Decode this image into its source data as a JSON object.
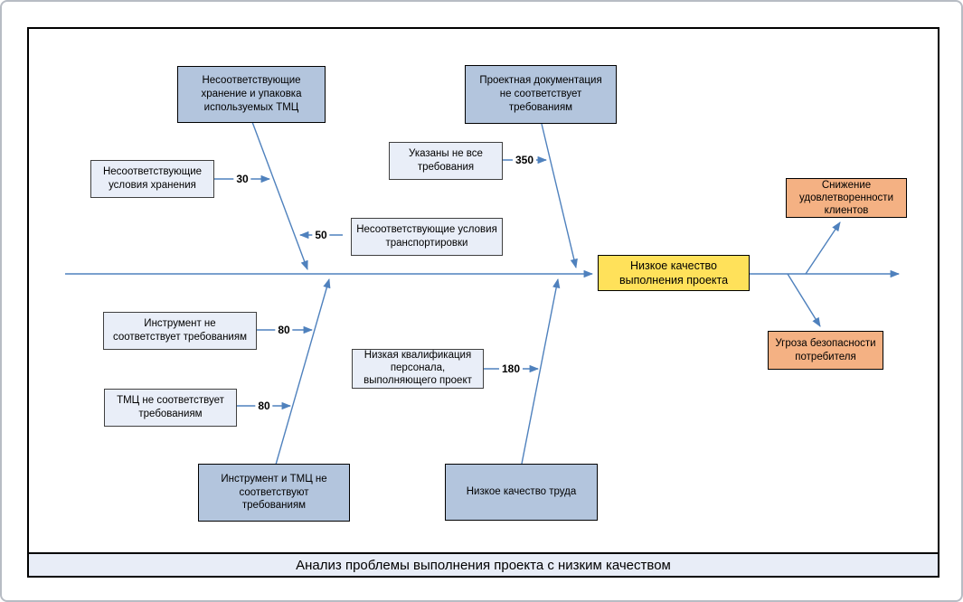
{
  "diagram": {
    "title": "Анализ проблемы выполнения проекта с низким качеством",
    "problem": {
      "label": "Низкое качество\nвыполнения проекта"
    },
    "effects": [
      {
        "label": "Снижение\nудовлетворенности\nклиентов"
      },
      {
        "label": "Угроза безопасности\nпотребителя"
      }
    ],
    "categories": [
      {
        "label": "Несоответствующие\nхранение и упаковка\nиспользуемых ТМЦ"
      },
      {
        "label": "Проектная документация\nне соответствует\nтребованиям"
      },
      {
        "label": "Инструмент и ТМЦ не\nсоответствуют\nтребованиям"
      },
      {
        "label": "Низкое качество труда"
      }
    ],
    "causes": [
      {
        "label": "Несоответствующие\nусловия хранения",
        "value": "30"
      },
      {
        "label": "Несоответствующие условия\nтранспортировки",
        "value": "50"
      },
      {
        "label": "Указаны не все\nтребования",
        "value": "350"
      },
      {
        "label": "Инструмент не\nсоответствует требованиям",
        "value": "80"
      },
      {
        "label": "ТМЦ не соответствует\nтребованиям",
        "value": "80"
      },
      {
        "label": "Низкая квалификация\nперсонала,\nвыполняющего проект",
        "value": "180"
      }
    ],
    "colors": {
      "line_blue": "#4f81bd",
      "category_fill": "#b3c5dd",
      "cause_fill": "#e9eef8",
      "problem_fill": "#ffe15a",
      "effect_fill": "#f4b183",
      "title_bar_fill": "#e8edf7"
    }
  }
}
